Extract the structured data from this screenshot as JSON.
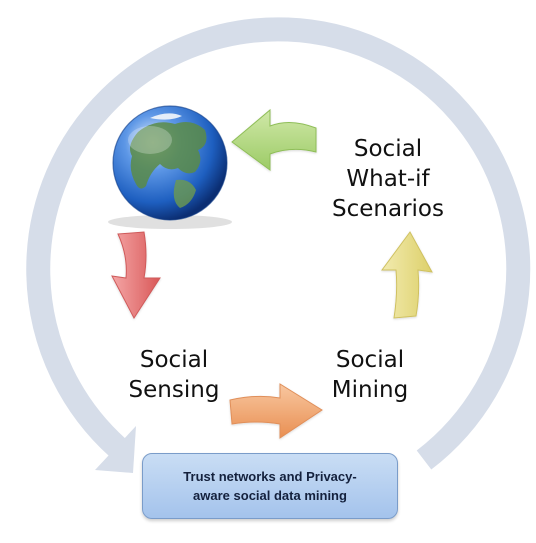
{
  "cycle_steps": {
    "what_if": [
      "Social",
      "What-if",
      "Scenarios"
    ],
    "sensing": [
      "Social",
      "Sensing"
    ],
    "mining": [
      "Social",
      "Mining"
    ]
  },
  "foundation_box": {
    "line1": "Trust networks and Privacy-",
    "line2": "aware social data mining"
  },
  "icons": {
    "globe": "earth-globe-icon",
    "arrows": [
      "green-arrow",
      "red-arrow",
      "orange-arrow",
      "yellow-arrow"
    ]
  },
  "colors": {
    "outer_ring": "#d6dde9",
    "arrow_green": "#b7d985",
    "arrow_red": "#e07070",
    "arrow_orange": "#f0a977",
    "arrow_yellow": "#ebe088",
    "box_fill": "#b4cff0",
    "globe_ocean": "#1e5fc0"
  }
}
